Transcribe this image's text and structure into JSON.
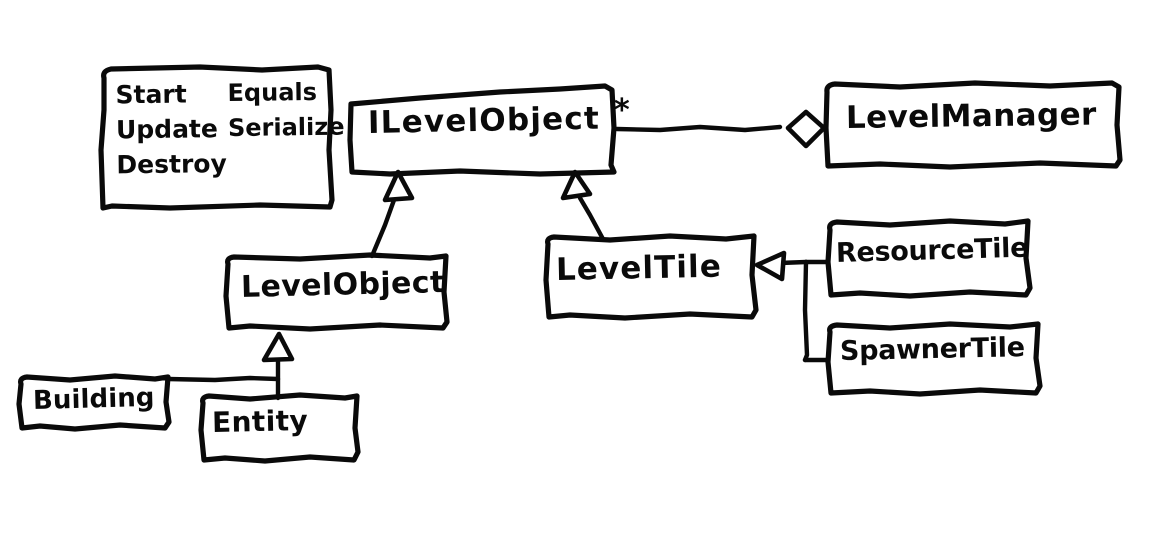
{
  "diagram": {
    "title": "Hand-drawn UML class diagram",
    "style": "hand-drawn sketch",
    "stroke_color": "#0a0a0a",
    "background_color": "#ffffff",
    "classes": [
      {
        "id": "ilevelobject",
        "name": "ILevelObject"
      },
      {
        "id": "levelmanager",
        "name": "LevelManager"
      },
      {
        "id": "levelobject",
        "name": "LevelObject"
      },
      {
        "id": "leveltile",
        "name": "LevelTile"
      },
      {
        "id": "resourcetile",
        "name": "ResourceTile"
      },
      {
        "id": "spawnertile",
        "name": "SpawnerTile"
      },
      {
        "id": "building",
        "name": "Building"
      },
      {
        "id": "entity",
        "name": "Entity"
      }
    ],
    "methods_box": {
      "owner": "ILevelObject",
      "column_one": [
        "Start",
        "Update",
        "Destroy"
      ],
      "column_two": [
        "Equals",
        "Serialize"
      ]
    },
    "multiplicity": "*",
    "relationships": [
      {
        "from": "LevelManager",
        "to": "ILevelObject",
        "type": "aggregation",
        "multiplicity": "*"
      },
      {
        "from": "LevelObject",
        "to": "ILevelObject",
        "type": "realization"
      },
      {
        "from": "LevelTile",
        "to": "ILevelObject",
        "type": "realization"
      },
      {
        "from": "ResourceTile",
        "to": "LevelTile",
        "type": "inheritance"
      },
      {
        "from": "SpawnerTile",
        "to": "LevelTile",
        "type": "inheritance"
      },
      {
        "from": "Building",
        "to": "LevelObject",
        "type": "inheritance"
      },
      {
        "from": "Entity",
        "to": "LevelObject",
        "type": "inheritance"
      }
    ]
  }
}
